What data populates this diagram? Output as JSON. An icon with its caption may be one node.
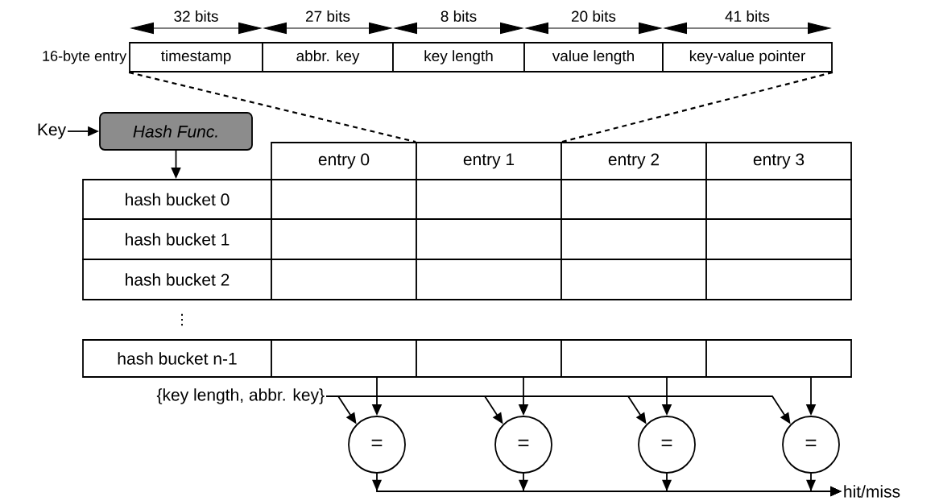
{
  "diagram": {
    "nodes": [
      {
        "text": [
          "timestamp"
        ]
      },
      {
        "text": [
          "abbr. key"
        ]
      },
      {
        "text": [
          "key length"
        ]
      },
      {
        "text": [
          "value length"
        ]
      },
      {
        "text": [
          "key-value pointer"
        ]
      },
      {
        "text": [
          "Key"
        ]
      },
      {
        "text": [
          "Hash Func."
        ]
      },
      {
        "text": [
          "entry 0"
        ]
      },
      {
        "text": [
          "entry 1"
        ]
      },
      {
        "text": [
          "entry 2"
        ]
      },
      {
        "text": [
          "entry 3"
        ]
      },
      {
        "text": [
          "hash bucket 0"
        ]
      },
      {
        "text": [],
        "shape": "box"
      },
      {
        "text": [],
        "shape": "box"
      },
      {
        "text": [],
        "shape": "box"
      },
      {
        "text": [],
        "shape": "box"
      },
      {
        "text": [
          "hash bucket 1"
        ]
      },
      {
        "text": [],
        "shape": "box"
      },
      {
        "text": [],
        "shape": "box"
      },
      {
        "text": [],
        "shape": "box"
      },
      {
        "text": [],
        "shape": "box"
      },
      {
        "text": [
          "hash bucket 2"
        ]
      },
      {
        "text": [],
        "shape": "box"
      },
      {
        "text": [],
        "shape": "box"
      },
      {
        "text": [],
        "shape": "box"
      },
      {
        "text": [],
        "shape": "box"
      },
      {
        "text": [
          "hash bucket n-1"
        ]
      },
      {
        "text": [],
        "shape": "box"
      },
      {
        "text": [],
        "shape": "box"
      },
      {
        "text": [],
        "shape": "box"
      },
      {
        "text": [],
        "shape": "box"
      },
      {
        "text": [
          "{key length, abbr. key}"
        ]
      },
      {
        "text": [
          "="
        ]
      },
      {
        "text": [
          "="
        ]
      },
      {
        "text": [
          "="
        ]
      },
      {
        "text": [
          "="
        ]
      },
      {
        "text": [
          "hit/miss"
        ]
      }
    ],
    "edges": [
      {
        "from": 0,
        "to": 8,
        "arrow": "none",
        "style": "dashed"
      },
      {
        "from": 4,
        "to": 8,
        "arrow": "none",
        "style": "dashed"
      },
      {
        "from": 5,
        "to": 6,
        "arrow": "to"
      },
      {
        "from": 6,
        "to": 11,
        "arrow": "to"
      },
      {
        "from": 27,
        "to": 32,
        "arrow": "to"
      },
      {
        "from": 28,
        "to": 33,
        "arrow": "to"
      },
      {
        "from": 29,
        "to": 34,
        "arrow": "to"
      },
      {
        "from": 30,
        "to": 35,
        "arrow": "to"
      },
      {
        "from": 31,
        "to": 32,
        "arrow": "to"
      },
      {
        "from": 31,
        "to": 33,
        "arrow": "to"
      },
      {
        "from": 31,
        "to": 34,
        "arrow": "to"
      },
      {
        "from": 31,
        "to": 35,
        "arrow": "to"
      },
      {
        "from": 32,
        "to": 36,
        "arrow": "to"
      },
      {
        "from": 33,
        "to": 36,
        "arrow": "to"
      },
      {
        "from": 34,
        "to": 36,
        "arrow": "to"
      },
      {
        "from": 35,
        "to": 36,
        "arrow": "to"
      }
    ],
    "labels": [
      "32 bits",
      "27 bits",
      "8 bits",
      "20 bits",
      "41 bits",
      "16-byte entry",
      "⋮"
    ]
  }
}
